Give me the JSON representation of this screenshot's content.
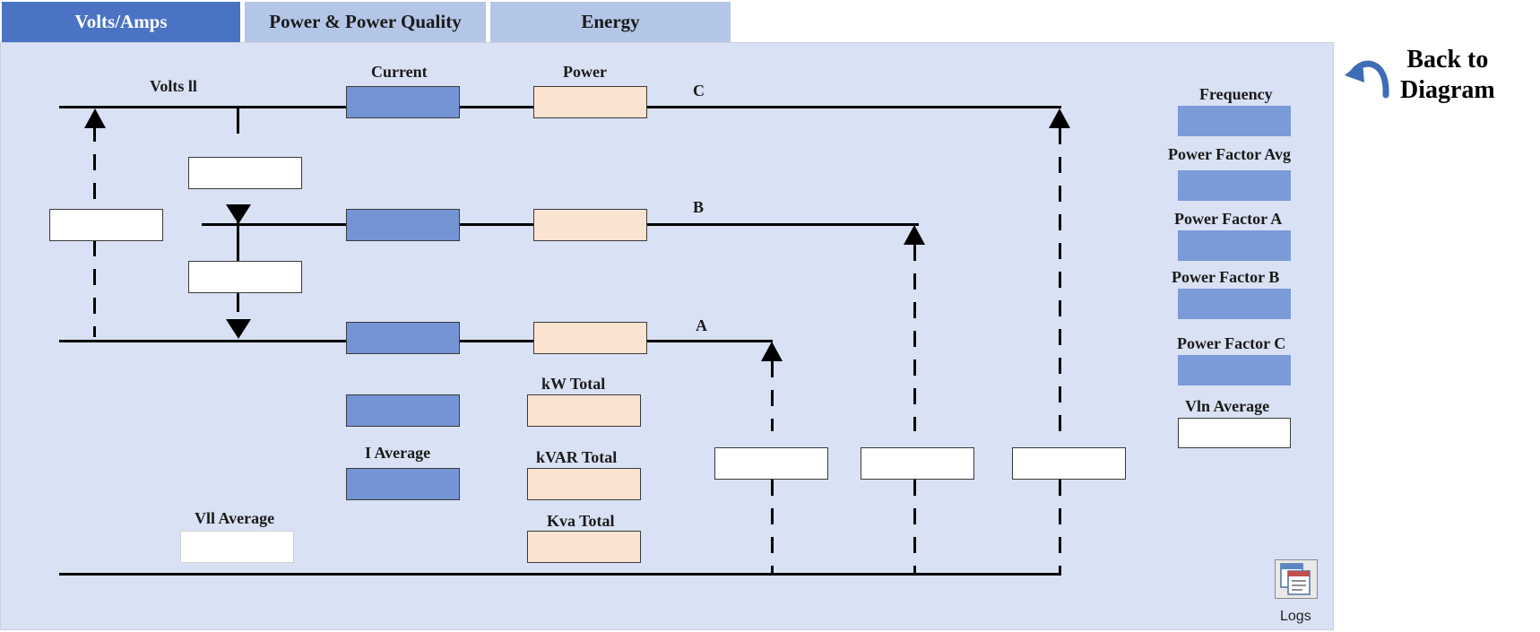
{
  "tabs": [
    {
      "label": "Volts/Amps",
      "active": true
    },
    {
      "label": "Power & Power Quality",
      "active": false
    },
    {
      "label": "Energy",
      "active": false
    }
  ],
  "diagram": {
    "volts_ll_label": "Volts ll",
    "current_label": "Current",
    "power_label": "Power",
    "phase_c_label": "C",
    "phase_b_label": "B",
    "phase_a_label": "A",
    "kw_total_label": "kW Total",
    "kvar_total_label": "kVAR Total",
    "kva_total_label": "Kva Total",
    "i_average_label": "I Average",
    "vll_average_label": "Vll Average"
  },
  "side": {
    "frequency_label": "Frequency",
    "pf_avg_label": "Power Factor Avg",
    "pf_a_label": "Power Factor A",
    "pf_b_label": "Power Factor B",
    "pf_c_label": "Power Factor C",
    "vln_average_label": "Vln Average"
  },
  "back": {
    "label_line1": "Back to",
    "label_line2": "Diagram",
    "icon": "curved-back-arrow-icon"
  },
  "logs": {
    "label": "Logs",
    "icon": "logs-icon"
  },
  "colors": {
    "tab_active": "#4a73c3",
    "tab_inactive": "#b4c6e7",
    "panel_bg": "#d9e1f4",
    "value_blue": "#7395d6",
    "value_peach": "#fbe3d2",
    "back_arrow": "#3d6db5"
  }
}
